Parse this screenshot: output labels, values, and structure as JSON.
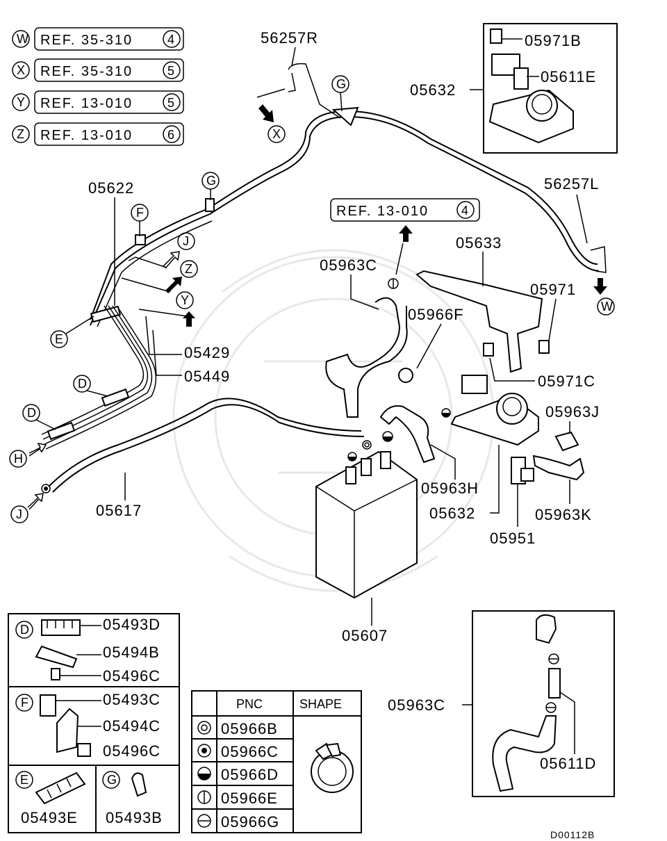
{
  "refs": [
    {
      "letter": "W",
      "text": "REF. 35-310",
      "num": "4"
    },
    {
      "letter": "X",
      "text": "REF. 35-310",
      "num": "5"
    },
    {
      "letter": "Y",
      "text": "REF. 13-010",
      "num": "5"
    },
    {
      "letter": "Z",
      "text": "REF. 13-010",
      "num": "6"
    }
  ],
  "ref_center": {
    "text": "REF. 13-010",
    "num": "4"
  },
  "parts": {
    "p56257R": "56257R",
    "p56257L": "56257L",
    "p05622": "05622",
    "p05971B": "05971B",
    "p05611E": "05611E",
    "p05632a": "05632",
    "p05632b": "05632",
    "p05633": "05633",
    "p05963C_a": "05963C",
    "p05966F": "05966F",
    "p05971": "05971",
    "p05971C": "05971C",
    "p05429": "05429",
    "p05449": "05449",
    "p05963J": "05963J",
    "p05963H": "05963H",
    "p05963K": "05963K",
    "p05951": "05951",
    "p05617": "05617",
    "p05607": "05607",
    "p05963C_b": "05963C",
    "p05611D": "05611D"
  },
  "markers": {
    "G1": "G",
    "G2": "G",
    "F": "F",
    "E": "E",
    "D1": "D",
    "D2": "D",
    "H": "H",
    "J1": "J",
    "J2": "J",
    "Z": "Z",
    "Y": "Y",
    "X": "X",
    "W": "W"
  },
  "legend_clips": {
    "D": {
      "letter": "D",
      "items": [
        "05493D",
        "05494B",
        "05496C"
      ]
    },
    "F": {
      "letter": "F",
      "items": [
        "05493C",
        "05494C",
        "05496C"
      ]
    },
    "E": {
      "letter": "E",
      "items": [
        "05493E"
      ]
    },
    "G": {
      "letter": "G",
      "items": [
        "05493B"
      ]
    }
  },
  "pnc_table": {
    "header_pnc": "PNC",
    "header_shape": "SHAPE",
    "rows": [
      {
        "symbol": "double-circle-icon",
        "pnc": "05966B"
      },
      {
        "symbol": "dot-circle-icon",
        "pnc": "05966C"
      },
      {
        "symbol": "half-filled-circle-icon",
        "pnc": "05966D"
      },
      {
        "symbol": "vertical-bar-circle-icon",
        "pnc": "05966E"
      },
      {
        "symbol": "horizontal-bar-circle-icon",
        "pnc": "05966G"
      }
    ]
  },
  "footer_code": "D00112B"
}
